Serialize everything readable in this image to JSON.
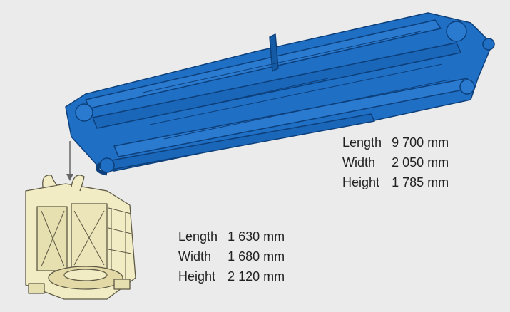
{
  "colors": {
    "background": "#ebebeb",
    "boom_fill": "#1f6fc5",
    "boom_stroke": "#0d3f7a",
    "base_fill": "#f2ecc4",
    "base_stroke": "#5e5a45",
    "arrow": "#666666",
    "text": "#222222"
  },
  "boom_specs": [
    {
      "label": "Length",
      "value": "9 700 mm"
    },
    {
      "label": "Width",
      "value": "2 050 mm"
    },
    {
      "label": "Height",
      "value": "1 785 mm"
    }
  ],
  "base_specs": [
    {
      "label": "Length",
      "value": "1 630 mm"
    },
    {
      "label": "Width",
      "value": "1 680 mm"
    },
    {
      "label": "Height",
      "value": "2 120 mm"
    }
  ]
}
